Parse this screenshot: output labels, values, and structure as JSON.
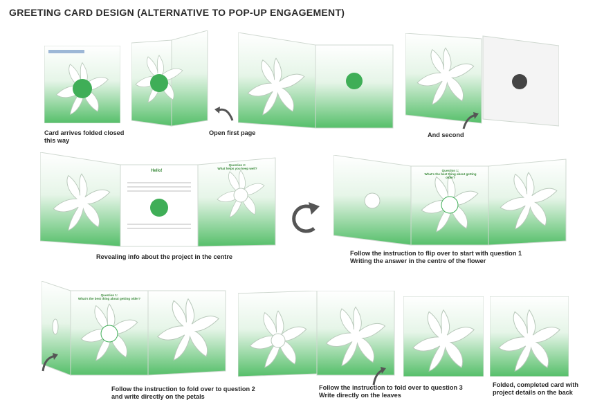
{
  "page": {
    "title": "GREETING CARD DESIGN (ALTERNATIVE TO POP-UP ENGAGEMENT)"
  },
  "colors": {
    "green": "#5cc36f",
    "light_green": "#d9f1dc",
    "text": "#262626"
  },
  "captions": [
    {
      "lines": [
        "Card arrives folded closed",
        "this way"
      ]
    },
    {
      "lines": [
        "Open first page"
      ]
    },
    {
      "lines": [
        "And second"
      ]
    },
    {
      "lines": [
        "Revealing info about the project in the centre"
      ]
    },
    {
      "lines": [
        "Follow the instruction to flip over to start with question 1",
        "Writing the answer in the centre of the flower"
      ]
    },
    {
      "lines": [
        "Follow the instruction to fold over to question 2",
        "and write directly on the petals"
      ]
    },
    {
      "lines": [
        "Follow the instruction to fold over to question 3",
        "Write directly on the leaves"
      ]
    },
    {
      "lines": [
        "Folded, completed card with",
        "project details on the back"
      ]
    }
  ],
  "card_text": {
    "hello": "Hello!",
    "q1_label": "Question 1:",
    "q1_text": "What's the best thing about getting older?",
    "q2_label": "Question 2:",
    "q2_text": "What helps you keep well?"
  },
  "icons": [
    "rotate-arrow-icon",
    "curved-arrow-icon"
  ]
}
